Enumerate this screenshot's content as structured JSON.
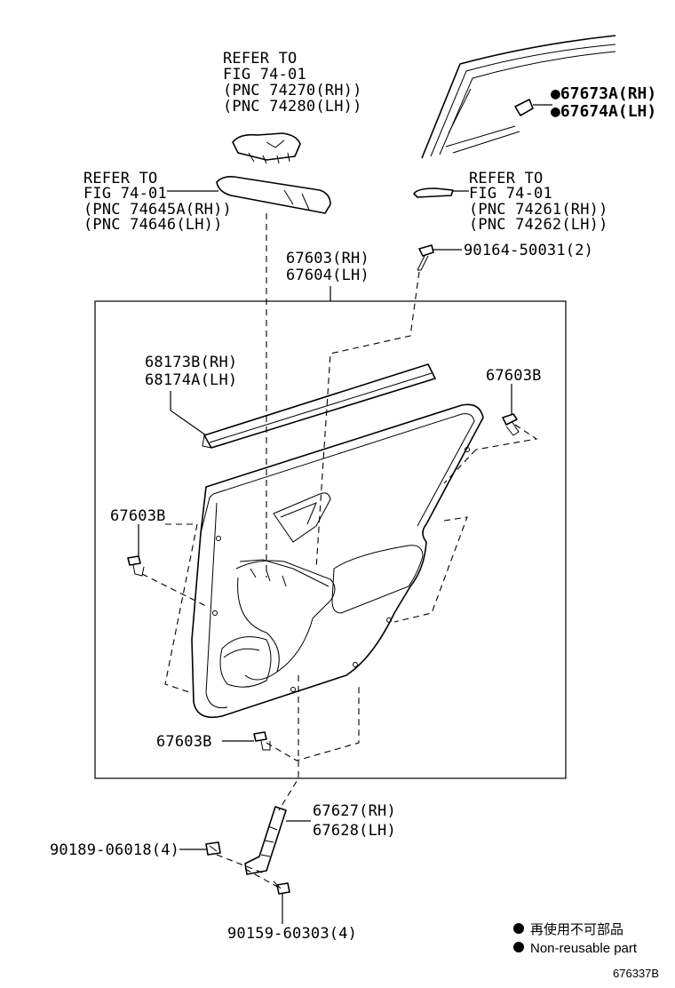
{
  "callouts": {
    "ref_upper": {
      "line1": "REFER TO",
      "line2": "FIG 74-01",
      "line3": "(PNC 74270(RH))",
      "line4": "(PNC 74280(LH))"
    },
    "ref_armrest": {
      "line1": "REFER TO",
      "line2": "FIG 74-01",
      "line3": "(PNC 74645A(RH))",
      "line4": "(PNC 74646(LH))"
    },
    "ref_right": {
      "line1": "REFER TO",
      "line2": "FIG 74-01",
      "line3": "(PNC 74261(RH))",
      "line4": "(PNC 74262(LH))"
    },
    "clip_top_right": {
      "line1": "●67673A(RH)",
      "line2": "●67674A(LH)"
    },
    "screw_top": "90164-50031(2)",
    "panel": {
      "line1": "67603(RH)",
      "line2": "67604(LH)"
    },
    "weatherstrip": {
      "line1": "68173B(RH)",
      "line2": "68174A(LH)"
    },
    "clip_right": "67603B",
    "clip_left": "67603B",
    "clip_bottom": "67603B",
    "bracket": {
      "line1": "67627(RH)",
      "line2": "67628(LH)"
    },
    "nut": "90189-06018(4)",
    "screw_bottom": "90159-60303(4)"
  },
  "legend": {
    "jp": "再使用不可部品",
    "en": "Non-reusable part"
  },
  "figure_code": "676337B"
}
